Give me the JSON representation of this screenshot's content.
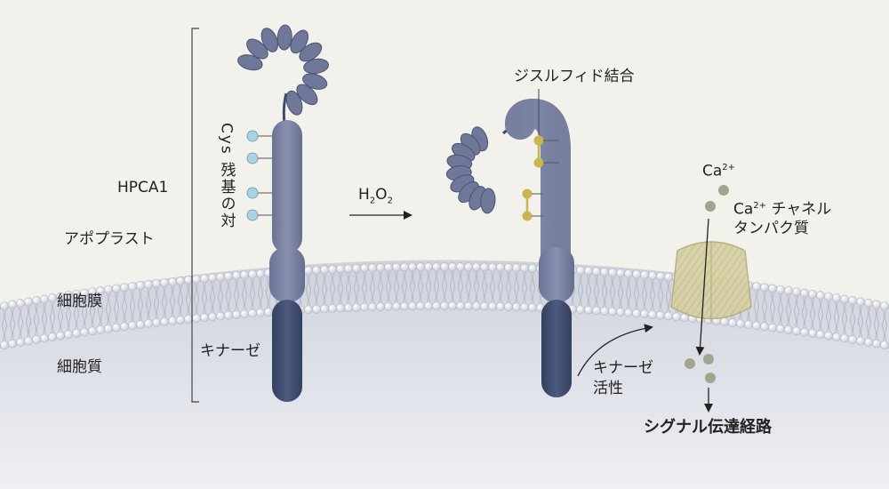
{
  "labels": {
    "hpca1": "HPCA1",
    "apoplast": "アポプラスト",
    "membrane": "細胞膜",
    "cytoplasm": "細胞質",
    "cys_pair": "Cys 残基の対",
    "kinase": "キナーゼ",
    "h2o2_main": "H",
    "h2o2_sub1": "2",
    "h2o2_mid": "O",
    "h2o2_sub2": "2",
    "disulfide": "ジスルフィド結合",
    "ca_ion": "Ca",
    "ca_ion_sup": "2+",
    "ca_channel_ca": "Ca",
    "ca_channel_sup": "2+",
    "ca_channel_rest": " チャネル",
    "ca_channel_line2": "タンパク質",
    "kinase_active_line1": "キナーゼ",
    "kinase_active_line2": "活性",
    "signaling": "シグナル伝達経路"
  },
  "colors": {
    "background": "#f3f1ec",
    "cytoplasm": "#d9dbe3",
    "membrane_lipid": "#ffffff",
    "protein": "#7a82a2",
    "kinase_domain": "#3e4b6d",
    "cys_residue": "#a9d4e6",
    "disulfide": "#c9b64f",
    "channel": "#d8d2a6",
    "ca_ion": "#a3a490"
  }
}
